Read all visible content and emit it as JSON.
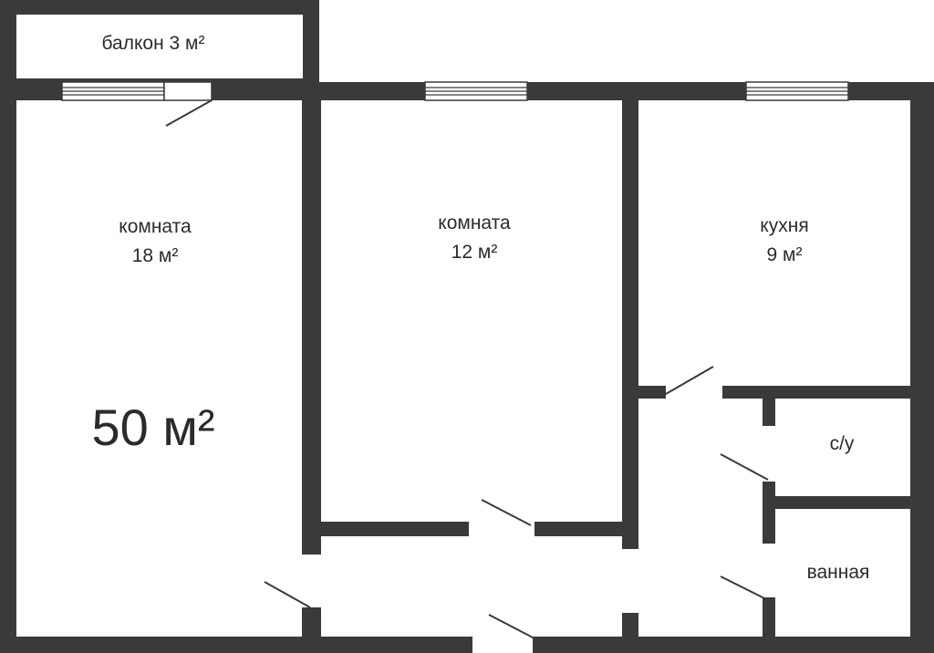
{
  "rooms": {
    "balcony": {
      "name": "балкон 3 м²"
    },
    "room1": {
      "name": "комната",
      "area": "18 м²"
    },
    "room2": {
      "name": "комната",
      "area": "12 м²"
    },
    "kitchen": {
      "name": "кухня",
      "area": "9 м²"
    },
    "toilet": {
      "name": "с/у"
    },
    "bathroom": {
      "name": "ванная"
    }
  },
  "total_area": "50 м²",
  "colors": {
    "wall": "#3a3a3a",
    "text": "#2b2b2b",
    "background": "#ffffff"
  }
}
